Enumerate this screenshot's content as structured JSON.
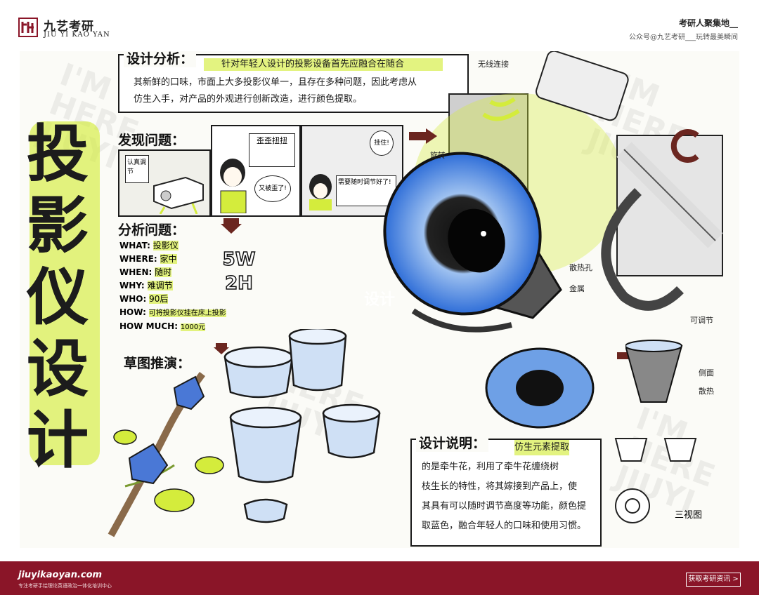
{
  "header": {
    "logo_cn": "九艺考研",
    "logo_en": "JIU YI KAO YAN",
    "slogan": "考研人聚集地__",
    "wechat": "公众号@九艺考研___玩转最美瞬间"
  },
  "board": {
    "main_title": [
      "投",
      "影",
      "仪",
      "设",
      "计"
    ],
    "watermark": "I'M\nHERE\nJIUYI",
    "center_watermark": "设计",
    "design_analysis": {
      "title": "设计分析：",
      "lines": [
        "针对年轻人设计的投影设备首先应融合在随合",
        "其新鲜的口味，市面上大多投影仪单一，且存在多种问题，因此考虑从",
        "仿生入手，对产品的外观进行创新改造，进行颜色提取。"
      ]
    },
    "problem": {
      "title": "发现问题：",
      "panel1_note": "认真调节",
      "panel2_bubble": "歪歪扭扭",
      "panel2_sub": "又被歪了!",
      "panel3_bubble": "挂住!",
      "panel4_bubble": "需要随时调节好了!"
    },
    "analysis": {
      "title": "分析问题：",
      "rows": [
        {
          "k": "WHAT:",
          "v": "投影仪"
        },
        {
          "k": "WHERE:",
          "v": "家中"
        },
        {
          "k": "WHEN:",
          "v": "随时"
        },
        {
          "k": "WHY:",
          "v": "难调节"
        },
        {
          "k": "WHO:",
          "v": "90后"
        },
        {
          "k": "HOW:",
          "v": "可将投影仪挂在床上投影"
        },
        {
          "k": "HOW MUCH:",
          "v": "1000元"
        }
      ],
      "badge_top": "5W",
      "badge_bottom": "2H"
    },
    "sketch": {
      "title": "草图推演："
    },
    "annotations": {
      "wireless": "无线连接",
      "rotate": "旋转",
      "mesh": "散热孔",
      "metal": "金属",
      "adjust": "可调节",
      "side": "侧面",
      "heat": "散热"
    },
    "three_view": "三视图",
    "design_note": {
      "title": "设计说明：",
      "lines": [
        "仿生元素提取",
        "的是牵牛花，利用了牵牛花缠绕树",
        "枝生长的特性，将其嫁接到产品上，使",
        "其具有可以随时调节高度等功能，颜色提",
        "取蓝色，融合年轻人的口味和使用习惯。"
      ]
    }
  },
  "footer": {
    "brand": "jiuyikaoyan.com",
    "desc": "专注考研手绘理论英语政治一体化培训中心",
    "button": "获取考研资讯 >"
  },
  "colors": {
    "accent": "#8a1528",
    "highlight": "#d4ec3c",
    "blue": "#2f6ed8"
  }
}
